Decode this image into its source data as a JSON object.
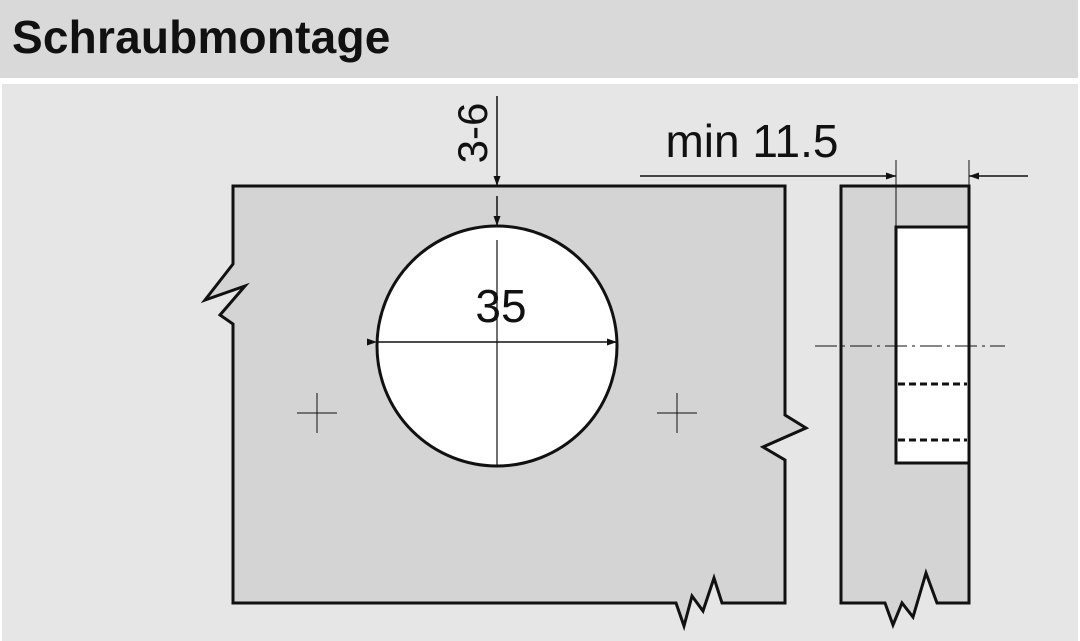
{
  "header": {
    "title": "Schraubmontage"
  },
  "dimensions": {
    "boring_distance": "3-6",
    "cup_diameter": "35",
    "min_thickness": "min 11.5"
  },
  "colors": {
    "header_bg": "#d9d9d9",
    "area_bg": "#e6e6e6",
    "panel_fill": "#d4d4d4",
    "hole_fill": "#ffffff",
    "line": "#111111"
  }
}
